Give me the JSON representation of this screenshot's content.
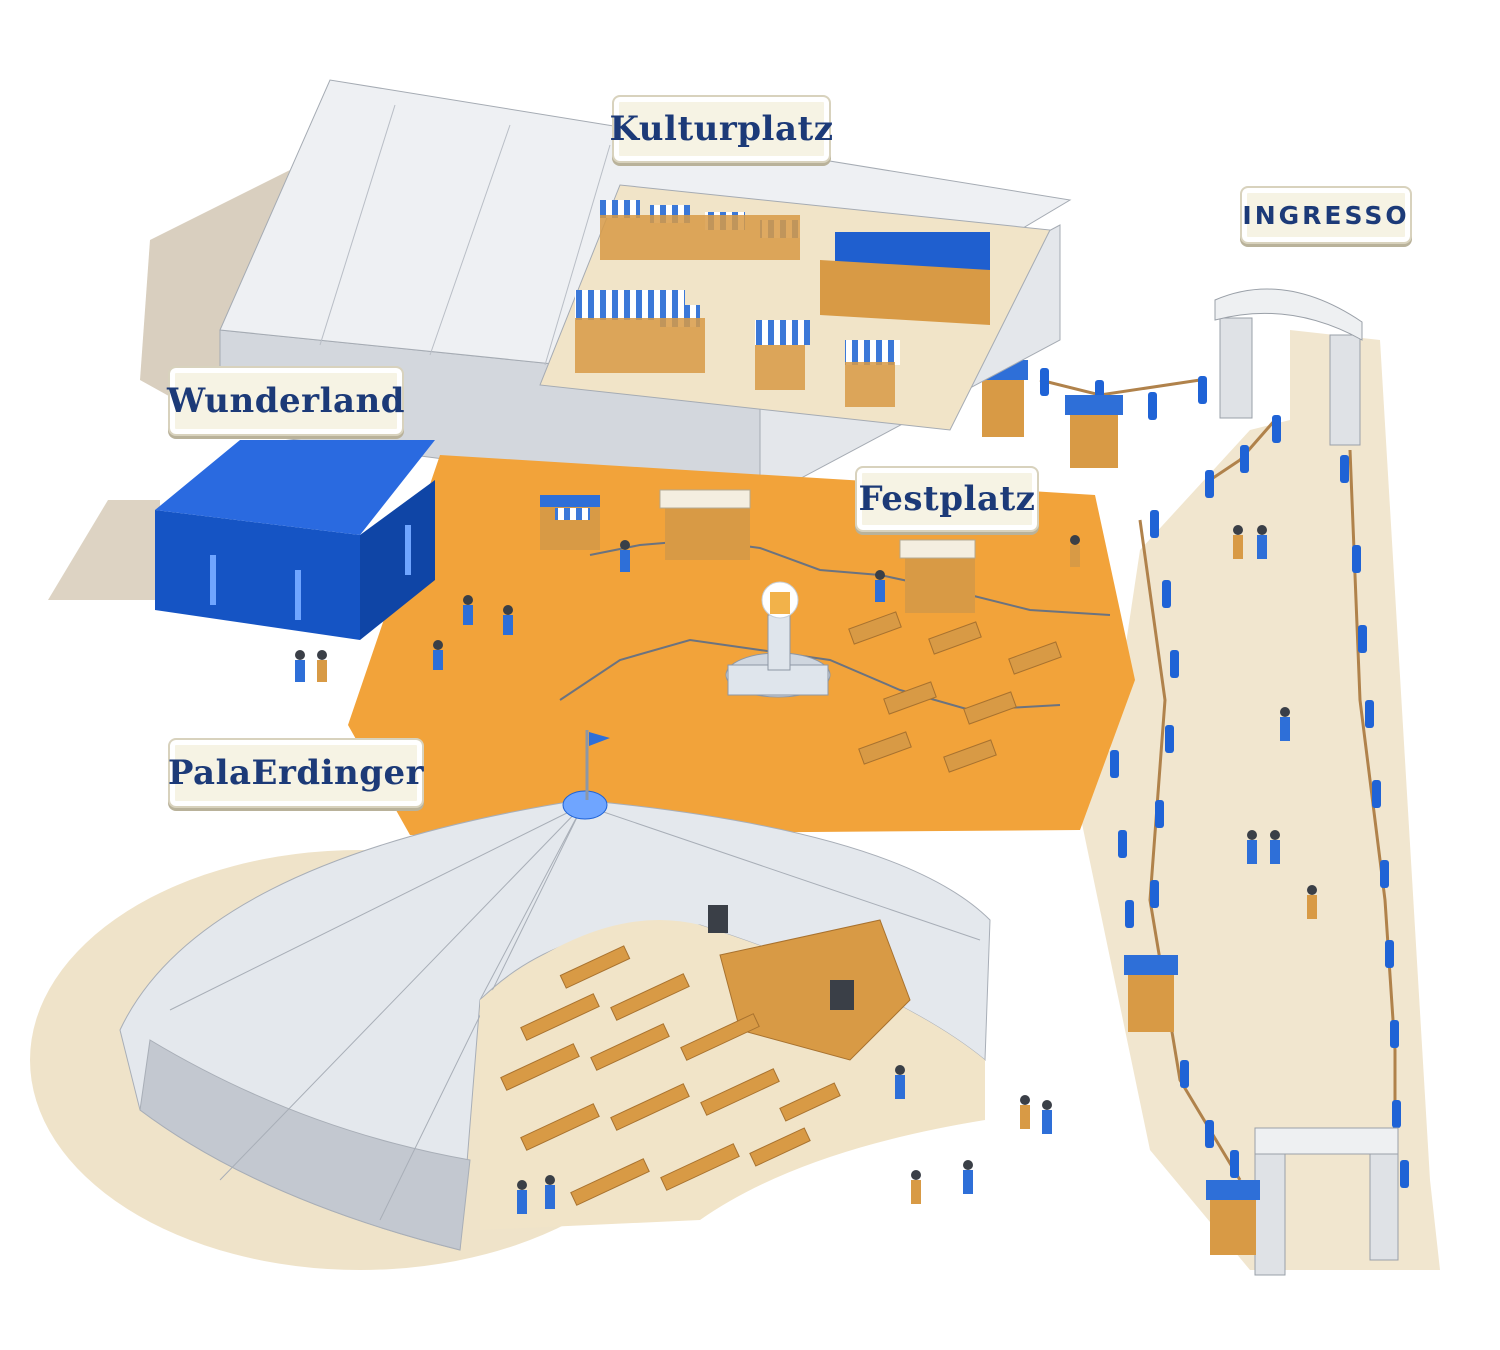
{
  "map": {
    "labels": {
      "kulturplatz": "Kulturplatz",
      "ingresso": "INGRESSO",
      "wunderland": "Wunderland",
      "festplatz": "Festplatz",
      "palaerdinger": "PalaErdinger"
    },
    "colors": {
      "festplatz_ground": "#f2a33a",
      "path_ground": "#f1e6cf",
      "tent_white": "#e8ebef",
      "tent_shadow": "#c3c8d0",
      "wunderland_blue": "#1a5cc8",
      "post_blue": "#1f63d6",
      "wood": "#d89a45",
      "label_text": "#1c3a78"
    }
  }
}
